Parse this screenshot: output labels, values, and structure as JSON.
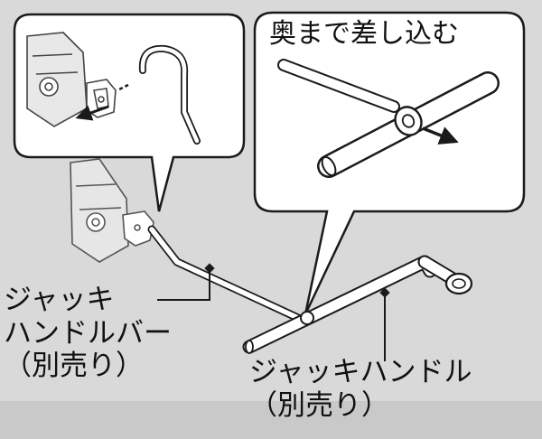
{
  "callouts": {
    "insert_fully": "奥まで差し込む"
  },
  "labels": {
    "jack_handle_bar": {
      "line1": "ジャッキ",
      "line2": "ハンドルバー",
      "line3": "（別売り）"
    },
    "jack_handle": {
      "line1": "ジャッキハンドル",
      "line2": "（別売り）"
    }
  },
  "colors": {
    "background_gray": "#d9d9d9",
    "bottom_band": "#c9c9c9",
    "line": "#1a1a1a",
    "fill_white": "#ffffff"
  }
}
